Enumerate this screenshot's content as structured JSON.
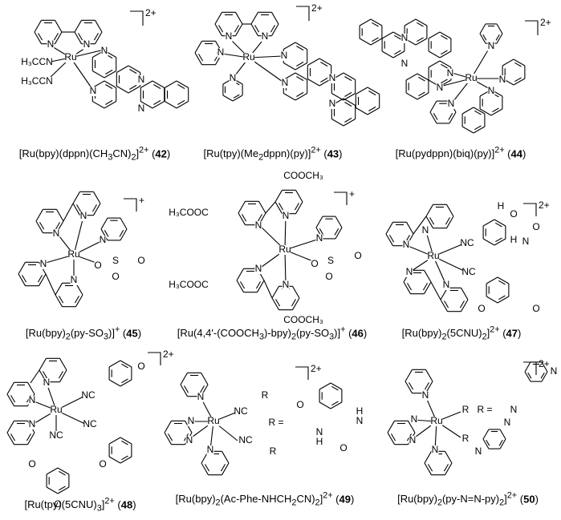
{
  "compounds": [
    {
      "id": "42",
      "formula_html": "[Ru(bpy)(dppn)(CH<sub>3</sub>CN)<sub>2</sub>]<sup>2+</sup>",
      "charge": "2+"
    },
    {
      "id": "43",
      "formula_html": "[Ru(tpy)(Me<sub>2</sub>dppn)(py)]<sup>2+</sup>",
      "charge": "2+"
    },
    {
      "id": "44",
      "formula_html": "[Ru(pydppn)(biq)(py)]<sup>2+</sup>",
      "charge": "2+"
    },
    {
      "id": "45",
      "formula_html": "[Ru(bpy)<sub>2</sub>(py-SO<sub>3</sub>)]<sup>+</sup>",
      "charge": "+"
    },
    {
      "id": "46",
      "formula_html": "[Ru(4,4'-(COOCH<sub>3</sub>)-bpy)<sub>2</sub>(py-SO<sub>3</sub>)]<sup>+</sup>",
      "charge": "+"
    },
    {
      "id": "47",
      "formula_html": "[Ru(bpy)<sub>2</sub>(5CNU)<sub>2</sub>]<sup>2+</sup>",
      "charge": "2+"
    },
    {
      "id": "48",
      "formula_html": "[Ru(tpy)(5CNU)<sub>3</sub>]<sup>2+</sup>",
      "charge": "2+"
    },
    {
      "id": "49",
      "formula_html": "[Ru(bpy)<sub>2</sub>(Ac-Phe-NHCH<sub>2</sub>CN)<sub>2</sub>]<sup>2+</sup>",
      "charge": "2+"
    },
    {
      "id": "50",
      "formula_html": "[Ru(bpy)<sub>2</sub>(py-N=N-py)<sub>2</sub>]<sup>2+</sup>",
      "charge": "2+"
    }
  ],
  "atoms": {
    "ru": "Ru",
    "n": "N",
    "o": "O",
    "s": "S",
    "h": "H",
    "r": "R",
    "nc": "NC",
    "h3ccn": "H3CCN",
    "cooch3": "COOCH3",
    "h3cooc": "H3COOC",
    "r_eq": "R ="
  }
}
